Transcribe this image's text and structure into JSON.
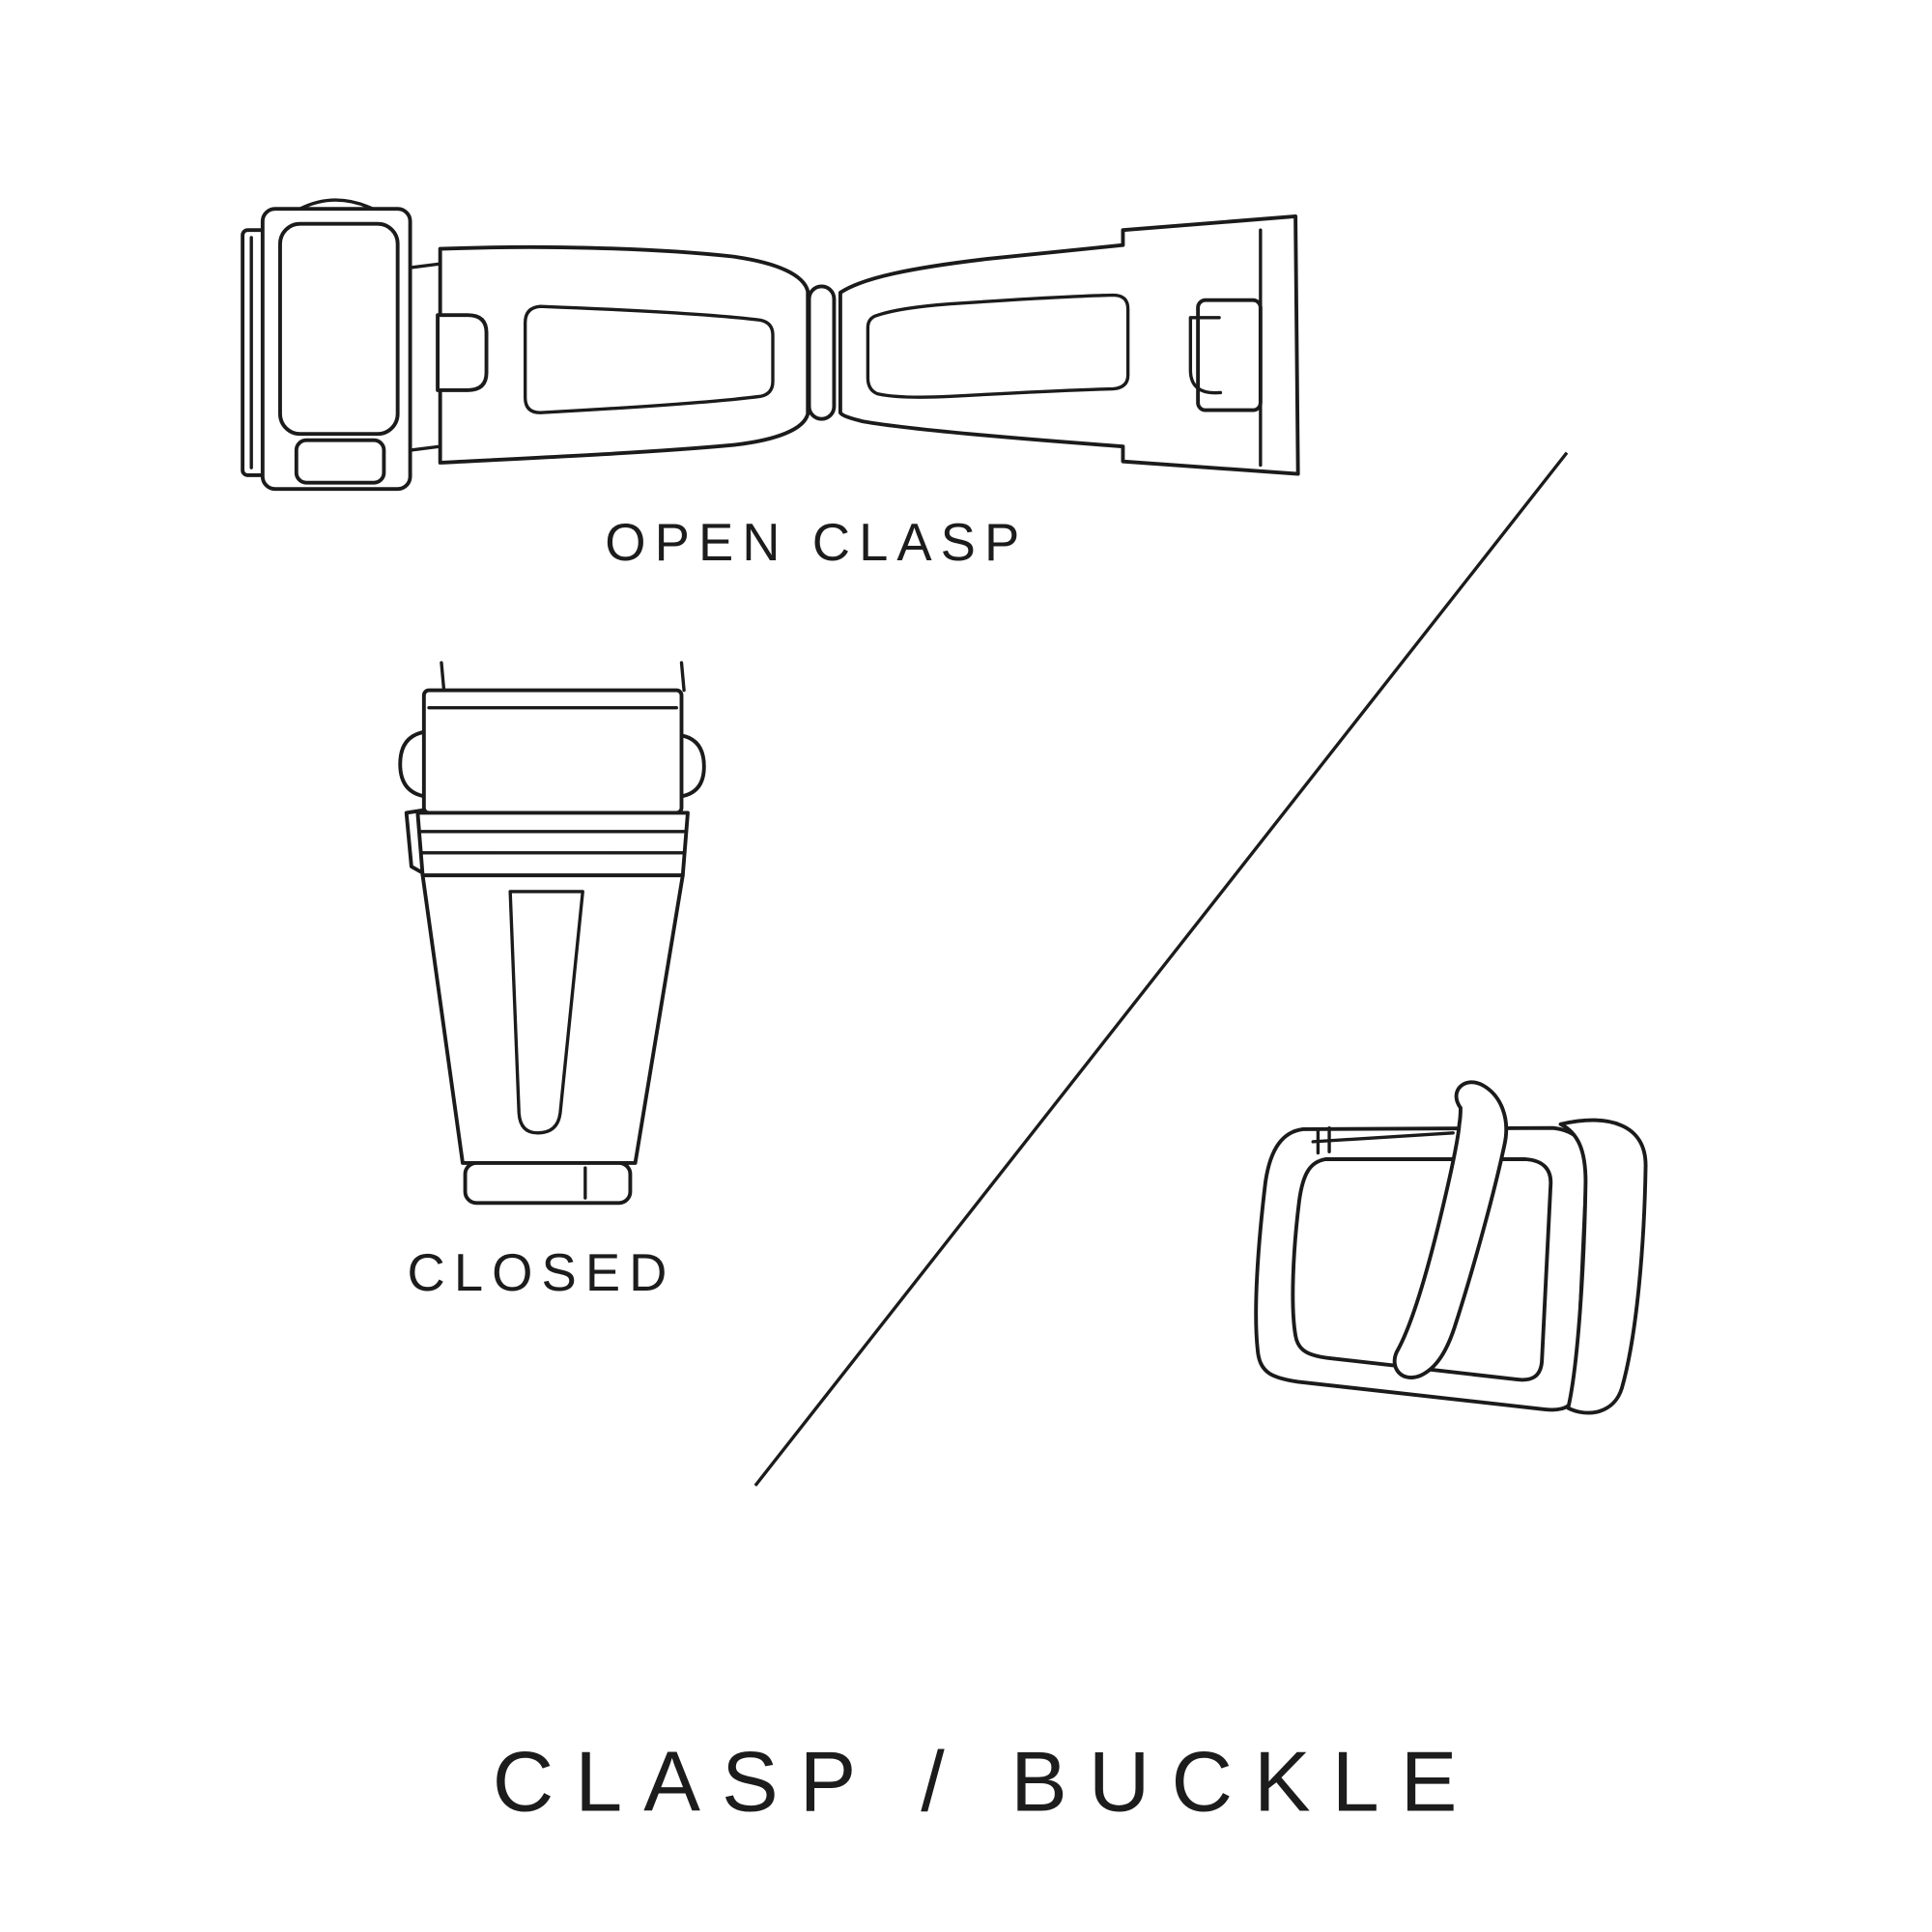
{
  "page": {
    "background_color": "#ffffff",
    "line_color": "#1b1b1b",
    "text_color": "#1c1c1c",
    "description": "Line-art diagram of watch strap fastener types"
  },
  "labels": {
    "open_clasp": "OPEN CLASP",
    "closed": "CLOSED"
  },
  "title": "CLASP / BUCKLE",
  "illustrations": [
    {
      "name": "open-clasp-illustration",
      "caption": "OPEN CLASP"
    },
    {
      "name": "closed-clasp-illustration",
      "caption": "CLOSED"
    },
    {
      "name": "buckle-illustration",
      "caption": ""
    }
  ]
}
